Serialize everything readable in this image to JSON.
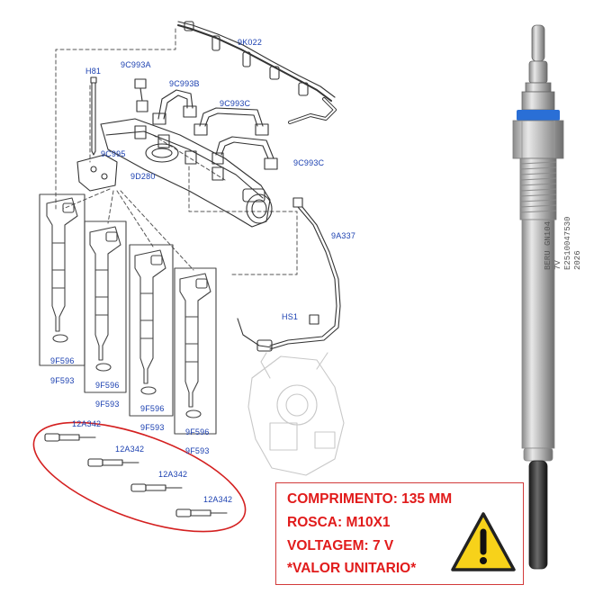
{
  "diagram": {
    "part_labels": {
      "p9k022": "9K022",
      "p9c993a": "9C993A",
      "p9c993b": "9C993B",
      "p9c993c_1": "9C993C",
      "p9c993c_2": "9C993C",
      "ph81": "H81",
      "p9c995": "9C995",
      "p9d280": "9D280",
      "p9a337": "9A337",
      "phs1": "HS1",
      "p9f596_1": "9F596",
      "p9f593_1": "9F593",
      "p9f596_2": "9F596",
      "p9f593_2": "9F593",
      "p9f596_3": "9F596",
      "p9f593_3": "9F593",
      "p9f596_4": "9F596",
      "p9f593_4": "9F593",
      "p12a342_1": "12A342",
      "p12a342_2": "12A342",
      "p12a342_3": "12A342",
      "p12a342_4": "12A342"
    },
    "highlight_color": "#d42020",
    "label_color": "#1a3fb0"
  },
  "product": {
    "text_line_1": "BERU GN104 7V",
    "text_line_2": "E2510047530 2026",
    "ring_color": "#2a6fd6"
  },
  "specs": {
    "line1": "COMPRIMENTO: 135 MM",
    "line2": "ROSCA: M10X1",
    "line3": "VOLTAGEM: 7 V",
    "line4": "*VALOR UNITARIO*",
    "text_color": "#e11b1b",
    "border_color": "#d23a3a",
    "warning_icon": "warning-triangle-icon"
  }
}
